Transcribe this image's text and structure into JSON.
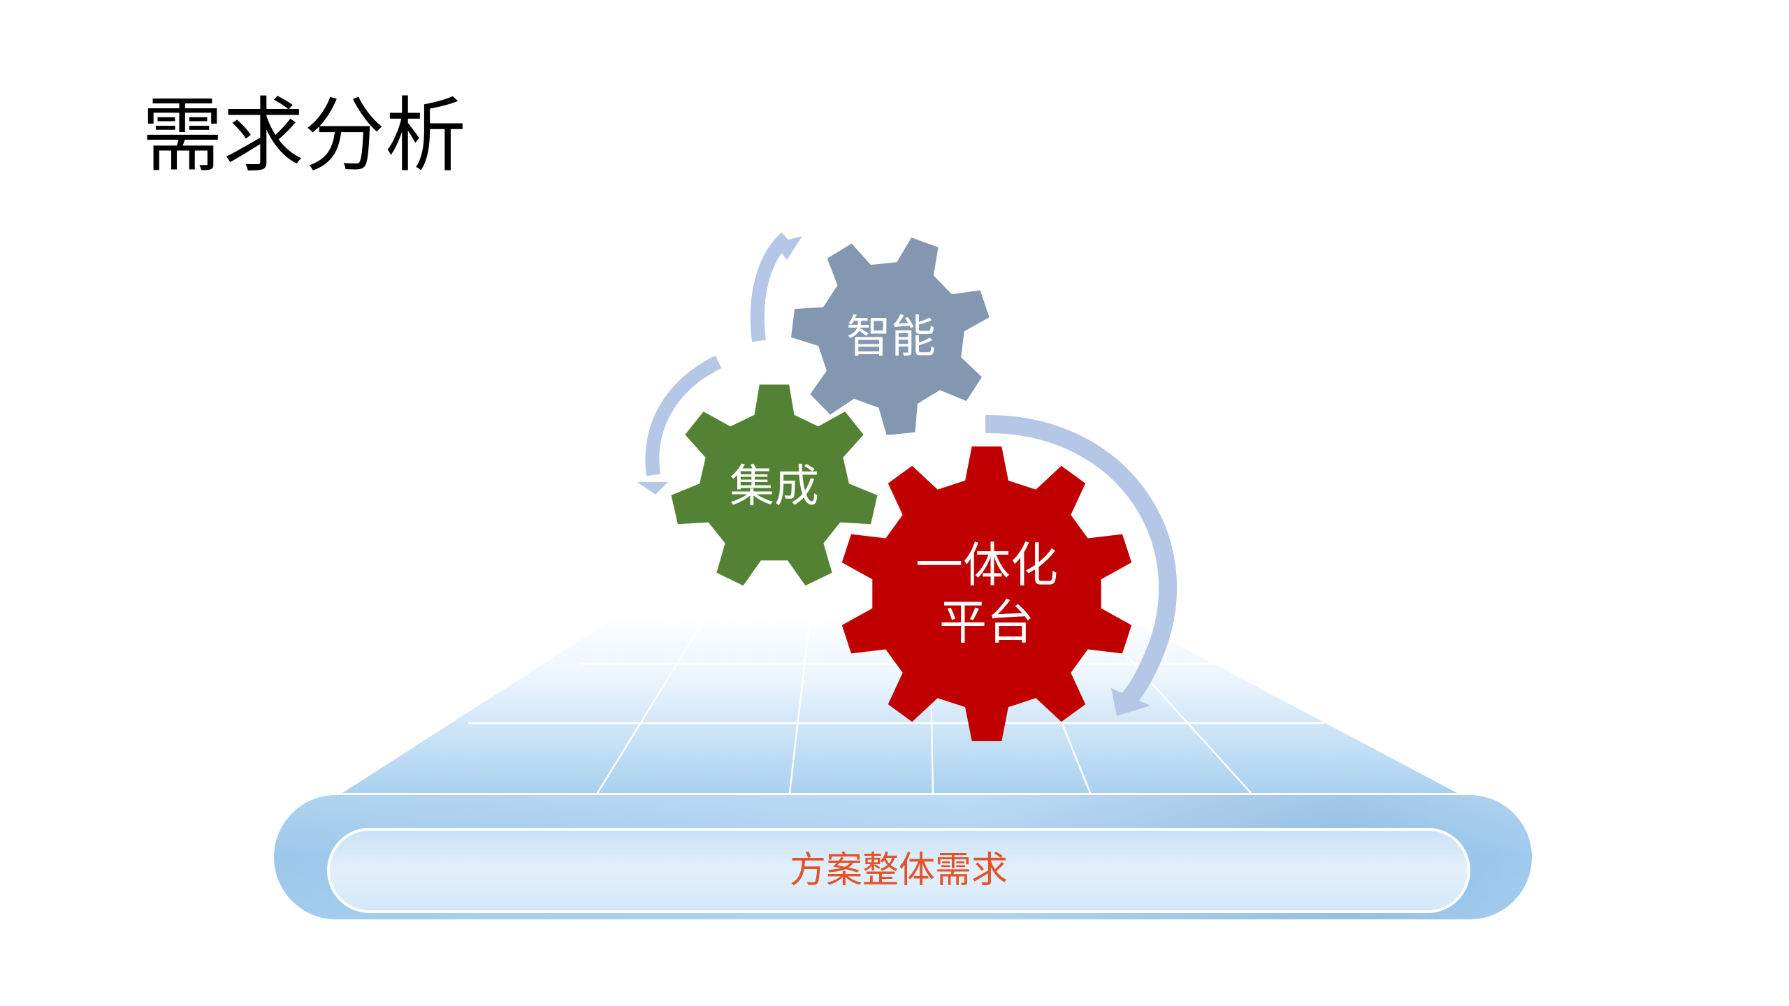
{
  "title": "需求分析",
  "gears": {
    "intelligence": {
      "label": "智能",
      "color": "#8497b0"
    },
    "integration": {
      "label": "集成",
      "color": "#548235"
    },
    "platform": {
      "line1": "一体化",
      "line2": "平台",
      "color": "#c00000"
    }
  },
  "base": {
    "label": "方案整体需求",
    "label_color": "#e2532b"
  },
  "colors": {
    "arrow": "#b4c7e7",
    "floor_light": "#f4f9fe",
    "floor_dark": "#a8d1f0",
    "base_tube": "#a9cfee",
    "base_inner": "#d8eafa"
  },
  "icons": [
    "gear-icon",
    "curved-arrow-icon"
  ]
}
